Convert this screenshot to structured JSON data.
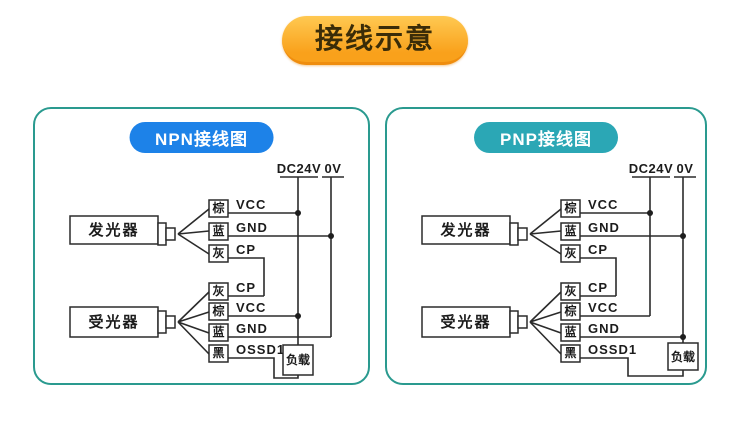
{
  "title": "接线示意",
  "colors": {
    "panel_border": "#2a9a8f",
    "npn_badge": "#1d82e8",
    "pnp_badge": "#2ba7b5",
    "title_badge_top": "#ffc952",
    "title_badge_bottom": "#f9a11b",
    "wire": "#2b2b2b"
  },
  "panels": [
    {
      "type": "NPN",
      "badge": "NPN接线图",
      "power_pos": "DC24V",
      "power_neg": "0V",
      "emitter": {
        "label": "发光器",
        "wires": [
          {
            "color": "棕",
            "signal": "VCC"
          },
          {
            "color": "蓝",
            "signal": "GND"
          },
          {
            "color": "灰",
            "signal": "CP"
          }
        ]
      },
      "receiver": {
        "label": "受光器",
        "wires": [
          {
            "color": "灰",
            "signal": "CP"
          },
          {
            "color": "棕",
            "signal": "VCC"
          },
          {
            "color": "蓝",
            "signal": "GND"
          },
          {
            "color": "黑",
            "signal": "OSSD1"
          }
        ]
      },
      "load": "负载"
    },
    {
      "type": "PNP",
      "badge": "PNP接线图",
      "power_pos": "DC24V",
      "power_neg": "0V",
      "emitter": {
        "label": "发光器",
        "wires": [
          {
            "color": "棕",
            "signal": "VCC"
          },
          {
            "color": "蓝",
            "signal": "GND"
          },
          {
            "color": "灰",
            "signal": "CP"
          }
        ]
      },
      "receiver": {
        "label": "受光器",
        "wires": [
          {
            "color": "灰",
            "signal": "CP"
          },
          {
            "color": "棕",
            "signal": "VCC"
          },
          {
            "color": "蓝",
            "signal": "GND"
          },
          {
            "color": "黑",
            "signal": "OSSD1"
          }
        ]
      },
      "load": "负载"
    }
  ]
}
